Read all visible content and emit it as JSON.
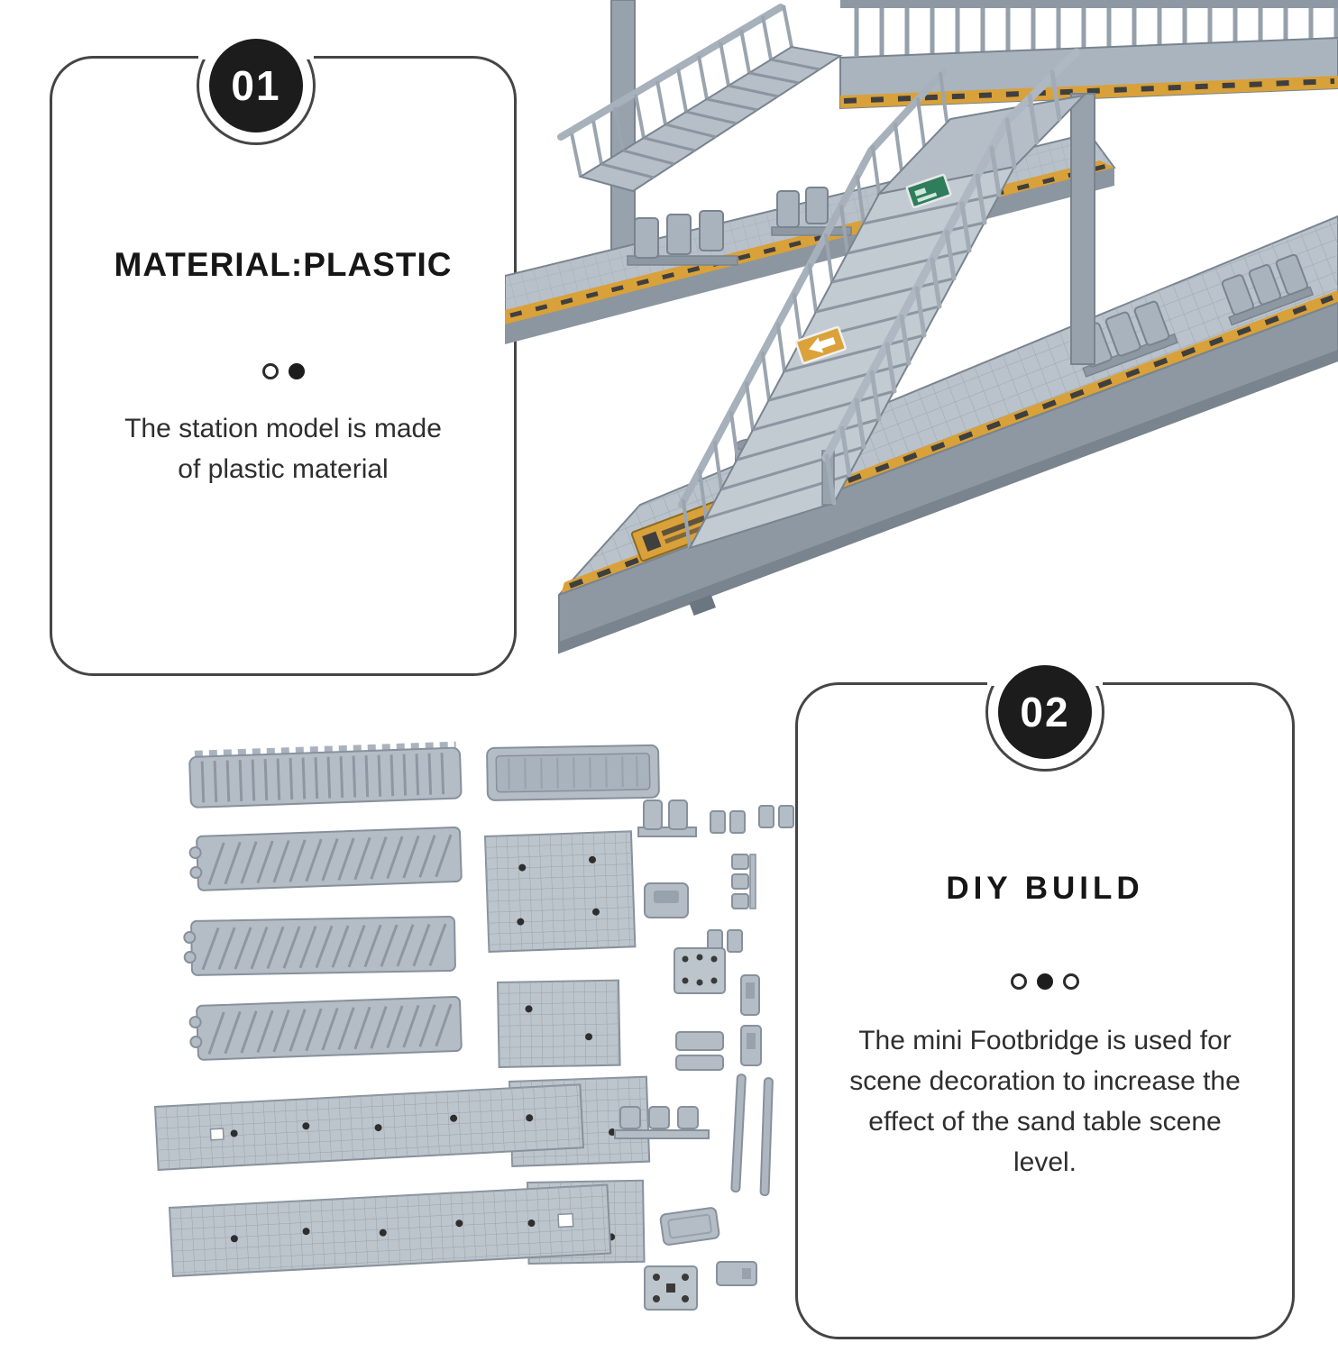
{
  "colors": {
    "card_border": "#454545",
    "badge_background": "#1c1c1c",
    "badge_text": "#ffffff",
    "title_text": "#161616",
    "body_text": "#2e2e2e",
    "plastic_light": "#bcc5cd",
    "plastic_mid": "#aab4be",
    "plastic_dark": "#8d98a3",
    "hazard_yellow": "#d9a139"
  },
  "sections": {
    "material": {
      "badge": "01",
      "title": "MATERIAL:PLASTIC",
      "dots": [
        "open",
        "filled"
      ],
      "description": "The station model is made of plastic material"
    },
    "diy": {
      "badge": "02",
      "title": "DIY BUILD",
      "dots": [
        "open",
        "filled",
        "open"
      ],
      "description": "The mini Footbridge is used for scene decoration to increase the effect of the sand table scene level."
    }
  }
}
